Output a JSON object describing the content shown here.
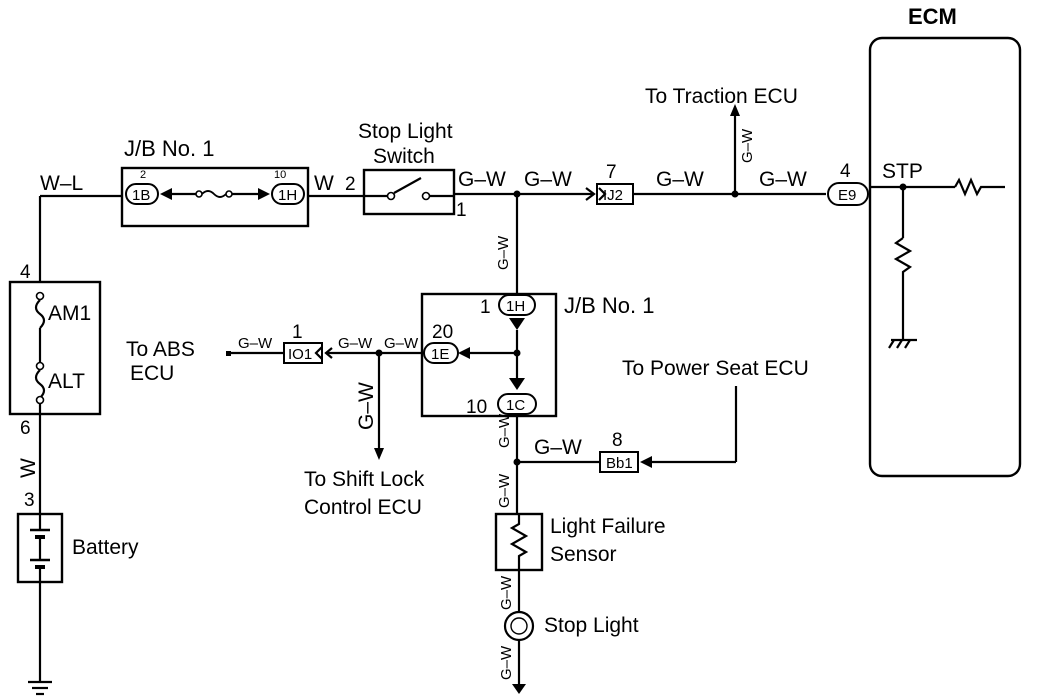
{
  "labels": {
    "ecm_title": "ECM",
    "traction": "To Traction ECU",
    "stop_switch_1": "Stop Light",
    "stop_switch_2": "Switch",
    "jb1_top": "J/B No. 1",
    "jb1_mid": "J/B No. 1",
    "abs_1": "To ABS",
    "abs_2": "ECU",
    "power_seat": "To Power Seat ECU",
    "shift_lock_1": "To Shift Lock",
    "shift_lock_2": "Control ECU",
    "light_failure_1": "Light Failure",
    "light_failure_2": "Sensor",
    "stop_light": "Stop Light",
    "battery": "Battery",
    "am1": "AM1",
    "alt": "ALT",
    "stp": "STP"
  },
  "wires": {
    "w_l": "W–L",
    "w": "W",
    "w_vert": "W",
    "gw": "G–W"
  },
  "pins": {
    "p4_fuse": "4",
    "p6_fuse": "6",
    "p3_batt": "3",
    "p2_sw": "2",
    "p1_sw": "1",
    "p7": "7",
    "p4_ecm": "4",
    "p1_jb": "1",
    "p20_jb": "20",
    "p10_jb": "10",
    "p1_abs": "1",
    "p8": "8",
    "p2_jbtop": "2",
    "p10_jbtop": "10"
  },
  "connectors": {
    "c1b": "1B",
    "c1h_top": "1H",
    "cij2": "IJ2",
    "ce9": "E9",
    "c1h_mid": "1H",
    "c1e": "1E",
    "c1c": "1C",
    "cio1": "IO1",
    "cbb1": "Bb1"
  }
}
